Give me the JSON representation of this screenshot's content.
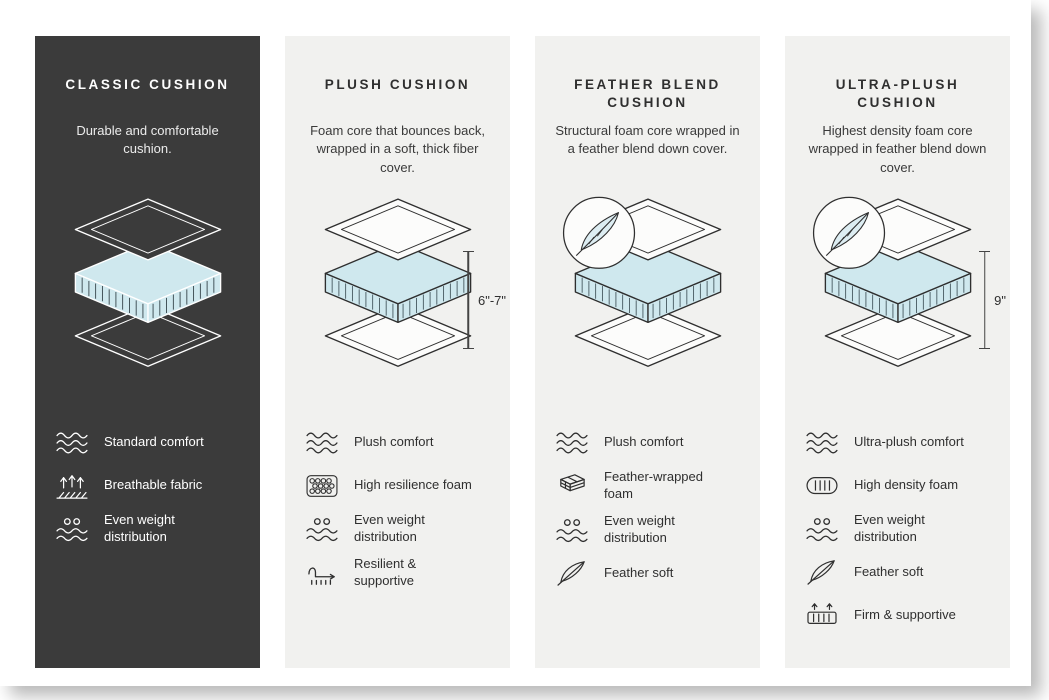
{
  "colors": {
    "dark_panel": "#3b3b3b",
    "light_panel": "#f1f1ef",
    "foam_blue": "#cfe8ee",
    "line_dark": "#2f2f2f",
    "line_light": "#ffffff"
  },
  "panels": [
    {
      "id": "classic-cushion",
      "theme": "dark",
      "title": "CLASSIC CUSHION",
      "description": "Durable and comfortable cushion.",
      "has_feather_badge": false,
      "measurement": "",
      "features": [
        {
          "icon": "wave-icon",
          "label": "Standard comfort"
        },
        {
          "icon": "breathable-icon",
          "label": "Breathable fabric"
        },
        {
          "icon": "even-weight-icon",
          "label": "Even weight distribution"
        }
      ]
    },
    {
      "id": "plush-cushion",
      "theme": "light",
      "title": "PLUSH CUSHION",
      "description": "Foam core that bounces back, wrapped in a soft, thick fiber cover.",
      "has_feather_badge": false,
      "measurement": "6\"-7\"",
      "features": [
        {
          "icon": "wave-icon",
          "label": "Plush comfort"
        },
        {
          "icon": "foam-bubbles-icon",
          "label": "High resilience foam"
        },
        {
          "icon": "even-weight-icon",
          "label": "Even weight distribution"
        },
        {
          "icon": "resilient-icon",
          "label": "Resilient & supportive"
        }
      ]
    },
    {
      "id": "feather-blend-cushion",
      "theme": "light",
      "title": "FEATHER BLEND CUSHION",
      "description": "Structural foam core wrapped in a feather blend down cover.",
      "has_feather_badge": true,
      "measurement": "",
      "features": [
        {
          "icon": "wave-icon",
          "label": "Plush comfort"
        },
        {
          "icon": "brick-foam-icon",
          "label": "Feather-wrapped foam"
        },
        {
          "icon": "even-weight-icon",
          "label": "Even weight distribution"
        },
        {
          "icon": "feather-icon",
          "label": "Feather soft"
        }
      ]
    },
    {
      "id": "ultra-plush-cushion",
      "theme": "light",
      "title": "ULTRA-PLUSH CUSHION",
      "description": "Highest density foam core wrapped in feather blend down cover.",
      "has_feather_badge": true,
      "measurement": "9\"",
      "features": [
        {
          "icon": "wave-icon",
          "label": "Ultra-plush comfort"
        },
        {
          "icon": "density-foam-icon",
          "label": "High density foam"
        },
        {
          "icon": "even-weight-icon",
          "label": "Even weight distribution"
        },
        {
          "icon": "feather-icon",
          "label": "Feather soft"
        },
        {
          "icon": "firm-icon",
          "label": "Firm & supportive"
        }
      ]
    }
  ]
}
